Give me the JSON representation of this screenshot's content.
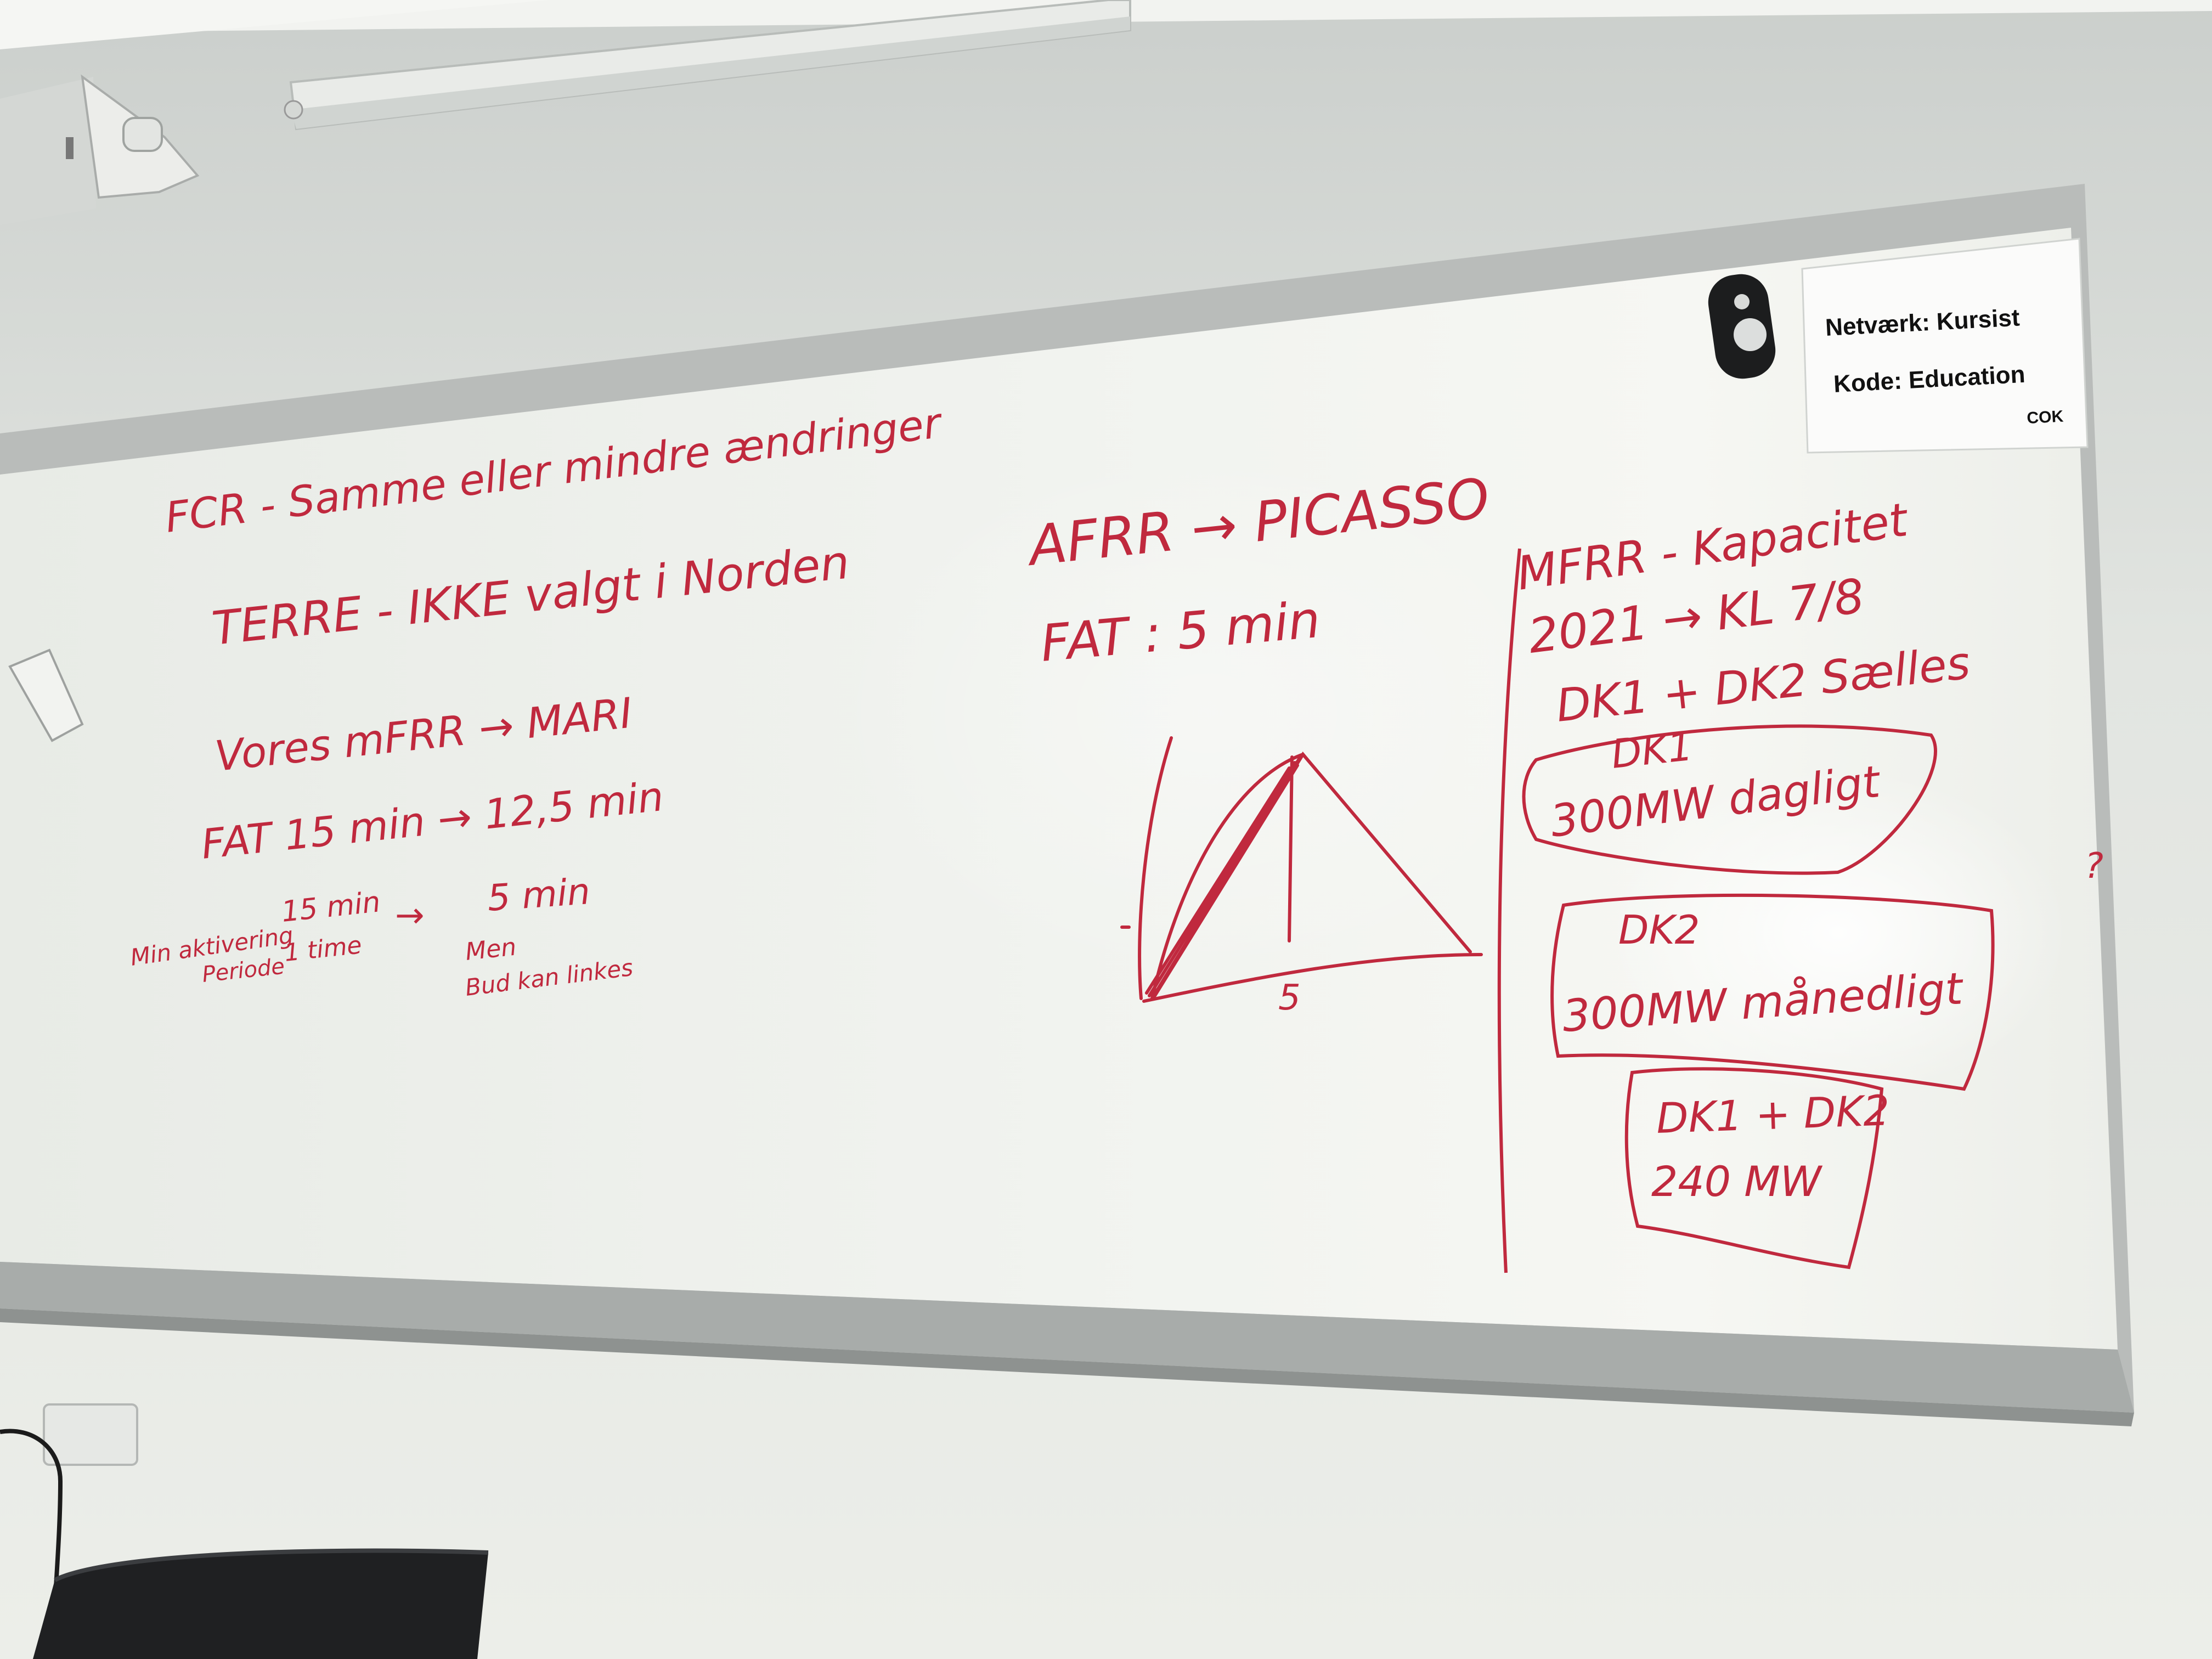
{
  "note": {
    "line1": "Netværk: Kursist",
    "line2": "Kode: Education",
    "logo": "COK"
  },
  "board": {
    "left": {
      "line1": "FCR - Samme eller mindre ændringer",
      "line2": "TERRE - IKKE valgt i Norden",
      "line3": "Vores mFRR → MARI",
      "line4": "FAT 15 min → 12,5 min",
      "line5a": "Min aktivering",
      "line5b": "15 min",
      "line5c": "→",
      "line5d": "5 min",
      "line6a": "Periode",
      "line6b": "1 time",
      "line6c": "Men",
      "line6d": "Bud kan linkes"
    },
    "middle": {
      "line1": "AFRR → PICASSO",
      "line2": "FAT : 5 min",
      "graph_tick": "5"
    },
    "right": {
      "line1": "MFRR - Kapacitet",
      "line2": "2021 → KL 7/8",
      "line3": "DK1 + DK2 Sælles",
      "box1_l1": "DK1",
      "box1_l2": "300MW dagligt",
      "box2_l1": "DK2",
      "box2_l2": "300MW månedligt",
      "box3_l1": "DK1 + DK2",
      "box3_l2": "240 MW"
    },
    "edge_mark": "?"
  },
  "colors": {
    "marker": "#c0293e",
    "wall": "#e6e9e5",
    "board": "#eef0ec",
    "frame": "#b9bcba"
  }
}
